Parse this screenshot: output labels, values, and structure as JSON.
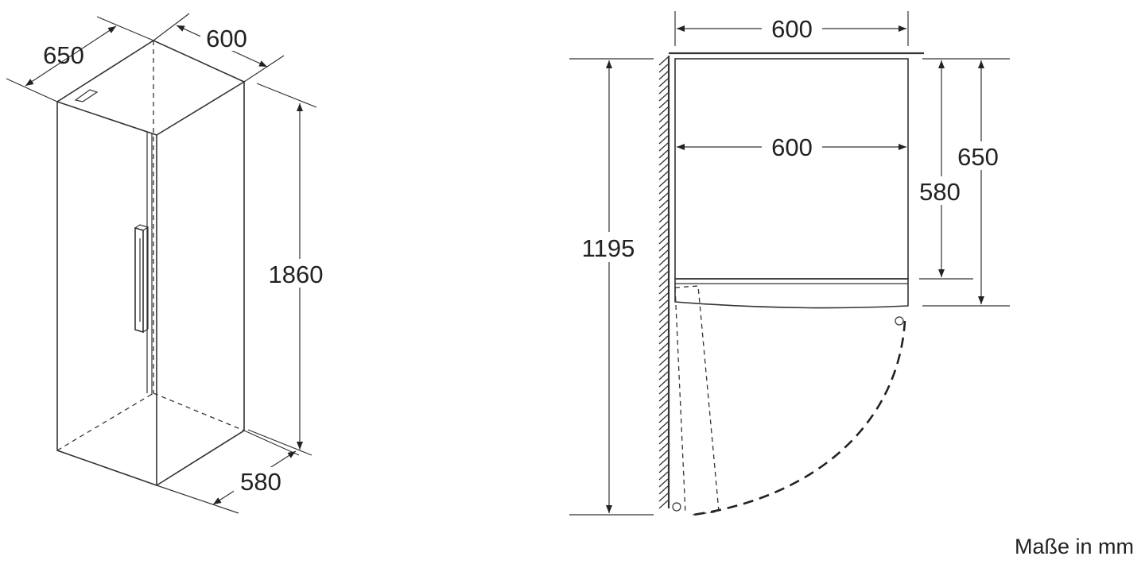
{
  "iso_view": {
    "width_label": "650",
    "depth_label": "600",
    "height_label": "1860",
    "bottom_label": "580"
  },
  "plan_view": {
    "outer_width_label": "600",
    "inner_width_label": "600",
    "depth_with_door_label": "650",
    "depth_body_label": "580",
    "door_swing_label": "1195"
  },
  "units_note": "Maße in mm"
}
